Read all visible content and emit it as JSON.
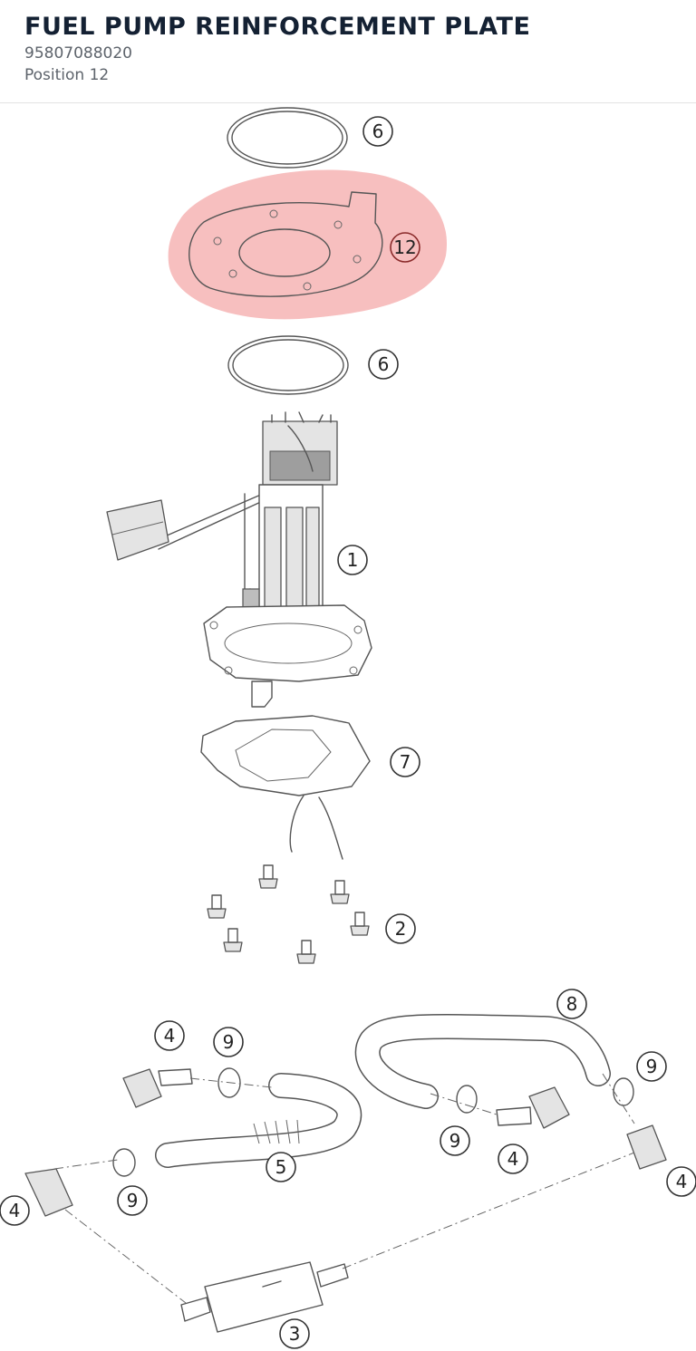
{
  "header": {
    "title": "FUEL PUMP REINFORCEMENT PLATE",
    "part_number": "95807088020",
    "position": "Position 12"
  },
  "diagram": {
    "highlight_color": "#f08a8a",
    "highlighted_callout": "12",
    "callouts": [
      "6",
      "12",
      "6",
      "1",
      "7",
      "2",
      "8",
      "4",
      "9",
      "9",
      "5",
      "9",
      "4",
      "4",
      "4",
      "9",
      "3"
    ]
  }
}
